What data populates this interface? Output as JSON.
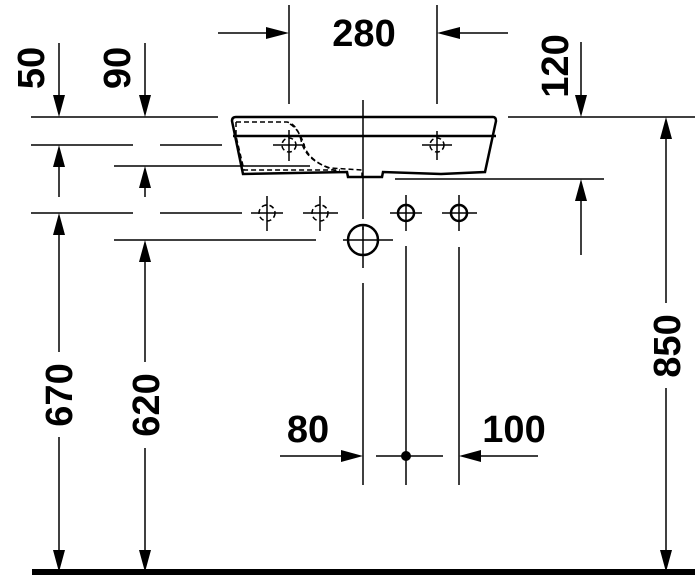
{
  "drawing": {
    "subject": "Washbasin installation dimensions",
    "units": "mm",
    "line_color": "#000000",
    "background": "#ffffff"
  },
  "dimensions": {
    "top_width": "280",
    "left_50": "50",
    "left_90": "90",
    "right_120": "120",
    "height_670": "670",
    "height_620": "620",
    "height_850": "850",
    "offset_80": "80",
    "offset_100": "100"
  }
}
